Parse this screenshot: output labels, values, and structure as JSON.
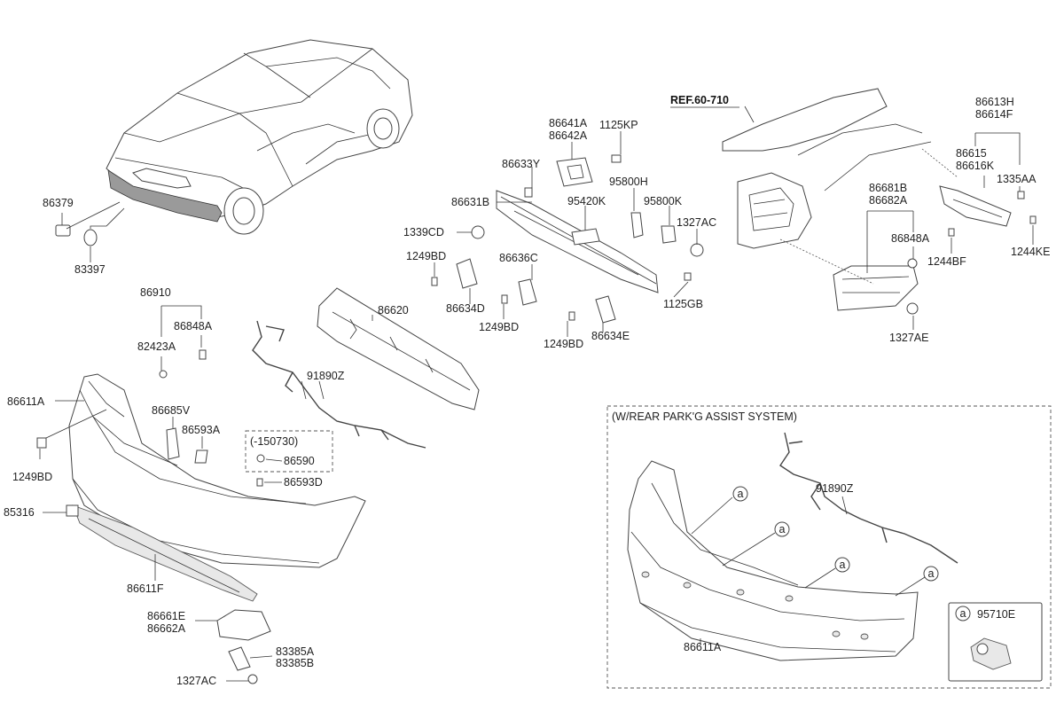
{
  "ref_label": "REF.60-710",
  "option_box_title": "(W/REAR PARK'G ASSIST SYSTEM)",
  "date_box_label": "(-150730)",
  "legend_marker": "a",
  "legend_part": "95710E",
  "part_labels": {
    "p86379": "86379",
    "p83397": "83397",
    "p86641A": "86641A",
    "p86642A": "86642A",
    "p1125KP": "1125KP",
    "p86633Y": "86633Y",
    "p86631B": "86631B",
    "p95420K": "95420K",
    "p95800H": "95800H",
    "p95800K": "95800K",
    "p1327AC_a": "1327AC",
    "p1339CD": "1339CD",
    "p1249BD_a": "1249BD",
    "p86636C": "86636C",
    "p86634D": "86634D",
    "p1249BD_b": "1249BD",
    "p1249BD_c": "1249BD",
    "p86634E": "86634E",
    "p1125GB": "1125GB",
    "p86613H": "86613H",
    "p86614F": "86614F",
    "p86615": "86615",
    "p86616K": "86616K",
    "p1335AA": "1335AA",
    "p86681B": "86681B",
    "p86682A": "86682A",
    "p86848A_a": "86848A",
    "p1244BF": "1244BF",
    "p1244KE": "1244KE",
    "p1327AE": "1327AE",
    "p86910": "86910",
    "p86848A_b": "86848A",
    "p82423A": "82423A",
    "p86620": "86620",
    "p91890Z_a": "91890Z",
    "p86611A_a": "86611A",
    "p86685V": "86685V",
    "p86593A": "86593A",
    "p1249BD_d": "1249BD",
    "p86590": "86590",
    "p86593D": "86593D",
    "p85316": "85316",
    "p86611F": "86611F",
    "p86661E": "86661E",
    "p86662A": "86662A",
    "p83385A": "83385A",
    "p83385B": "83385B",
    "p1327AC_b": "1327AC",
    "p91890Z_b": "91890Z",
    "p86611A_b": "86611A"
  },
  "callout_markers": [
    "a",
    "a",
    "a",
    "a"
  ]
}
